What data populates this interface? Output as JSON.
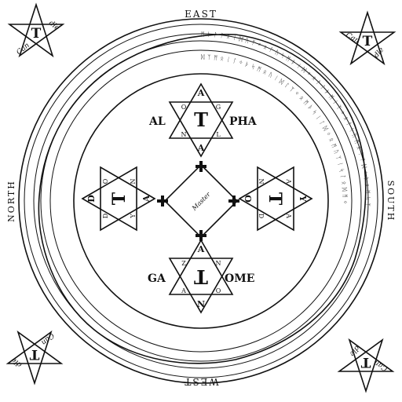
{
  "directions": {
    "east": "EAST",
    "west": "WEST",
    "north": "NORTH",
    "south": "SOUTH"
  },
  "center": {
    "master": "Master"
  },
  "words": {
    "alpha_left": "AL",
    "alpha_right": "PHA",
    "omega_left": "OME",
    "omega_right": "GA"
  },
  "hexagram_letters": {
    "top": [
      "A",
      "G",
      "L",
      "A",
      "N",
      "O"
    ],
    "bottom": [
      "A",
      "N",
      "O",
      "N",
      "A",
      "Z"
    ],
    "left": [
      "D",
      "O",
      "N",
      "A",
      "Y",
      "D"
    ],
    "right": [
      "Y",
      "A",
      "D",
      "O",
      "N",
      "A"
    ]
  },
  "pentagram_words": {
    "tl": [
      "Can",
      "dle"
    ],
    "tr": [
      "Can",
      "dle"
    ],
    "bl": [
      "Can",
      "dle"
    ],
    "br": [
      "Can",
      "dle"
    ]
  },
  "ring_text": {
    "outer": "ᛗ ᚦ ᚨ ᛚ ᛟ ᛁ ᛞ ᚢ ᛉ ᛜ ᛟ ᛚ ᚢ ᛋ ᛗ ᚦ ᛁ ᛞ ᛜ ᛟ ᚨ ᛚ ᚦ ᛗ ᛁ ᛉ ᛜ ᛟ ᛚ ᛋ ᚢ ᛗ ᛟ ᛁ ᛚ ᛞ ᛜ ᚦ ᛟ ᛗ ᛋ ᛉ",
    "inner": "ᛞ ᛉ ᛗ ᛟ ᛁ ᛚ ᛜ ᚦ ᛋ ᛗ ᛟ ᚢ ᛁ ᛞ ᛚ ᛉ ᛜ ᛟ ᛗ ᚦ ᛋ ᛁ ᛚ ᛞ ᛜ ᛟ ᛗ ᚢ ᛉ ᛁ ᛋ ᛚ ᛟ ᛞ ᛗ ᛜ"
  }
}
